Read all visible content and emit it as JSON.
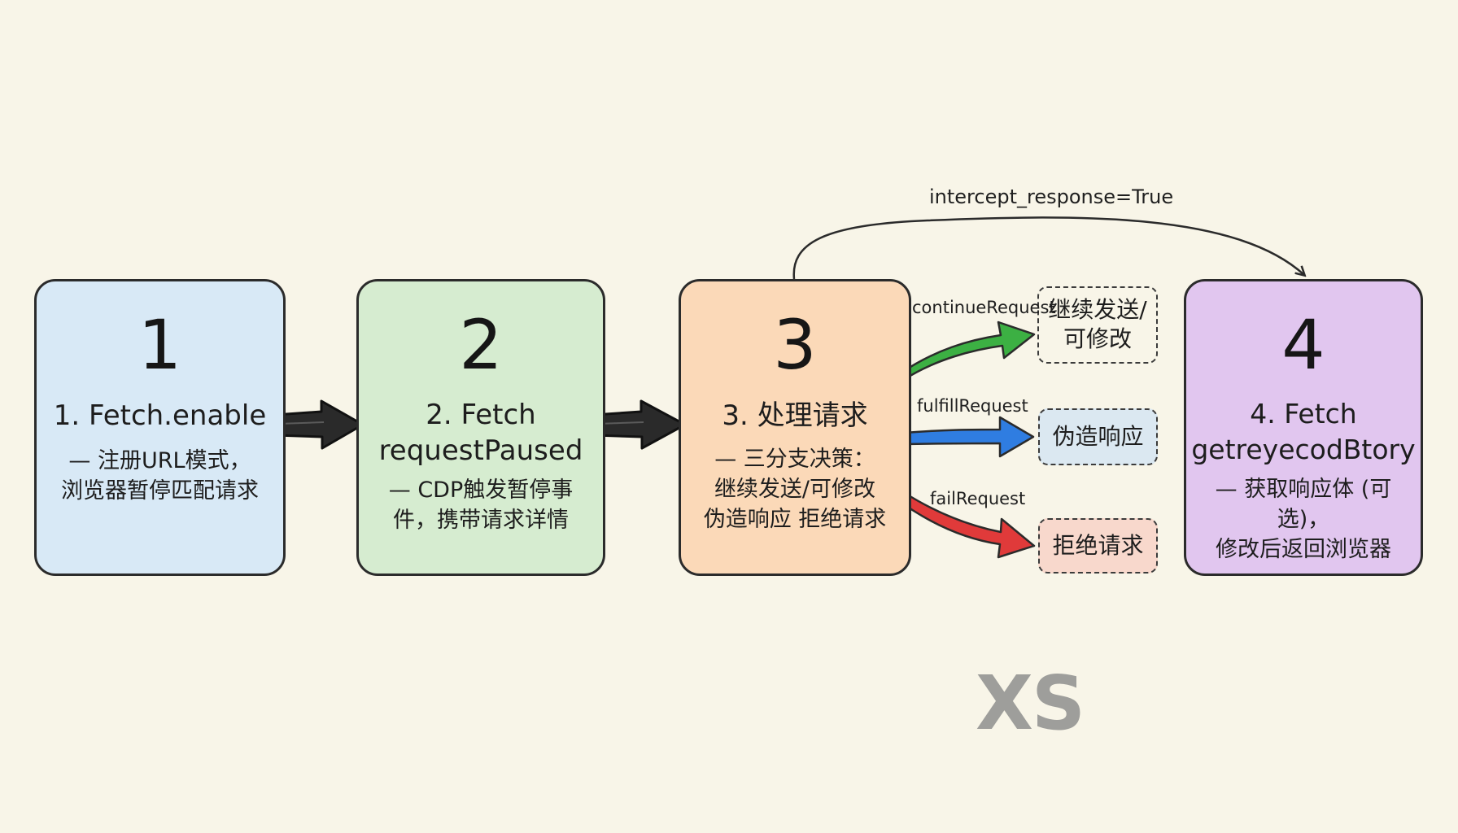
{
  "steps": [
    {
      "number": "1",
      "title": "1. Fetch.enable",
      "description": "— 注册URL模式，\n浏览器暂停匹配请求"
    },
    {
      "number": "2",
      "title": "2. Fetch\nrequestPaused",
      "description": "— CDP触发暂停事\n件，携带请求详情"
    },
    {
      "number": "3",
      "title": "3. 处理请求",
      "description": "— 三分支决策：\n继续发送/可修改\n伪造响应 拒绝请求"
    },
    {
      "number": "4",
      "title": "4. Fetch\ngetreyecodBtory",
      "description": "— 获取响应体 (可选)，\n修改后返回浏览器"
    }
  ],
  "branches": [
    {
      "method": "continueRequest",
      "outcome": "继续发送/\n可修改",
      "color": "#3cb043"
    },
    {
      "method": "fulfillRequest",
      "outcome": "伪造响应",
      "color": "#2f7de1"
    },
    {
      "method": "failRequest",
      "outcome": "拒绝请求",
      "color": "#e03a3a"
    }
  ],
  "intercept_label": "intercept_response=True",
  "watermark": "XS"
}
